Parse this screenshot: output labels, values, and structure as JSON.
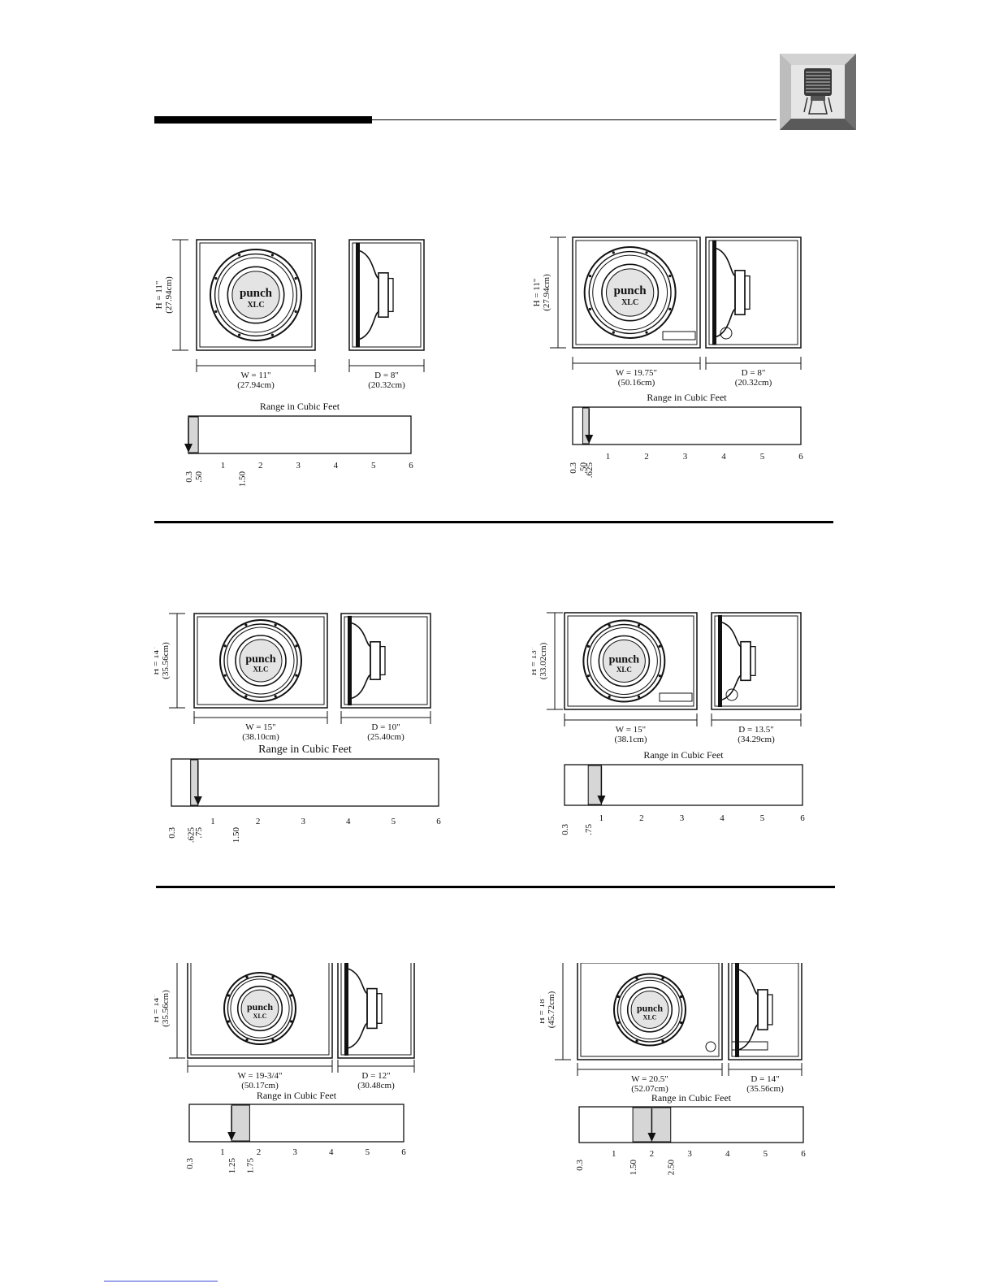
{
  "enclosures": [
    {
      "id": "e1",
      "height_label": "H = 11\"",
      "height_cm": "(27.94cm)",
      "width_label": "W = 11\"",
      "width_cm": "(27.94cm)",
      "depth_label": "D = 8\"",
      "depth_cm": "(20.32cm)",
      "ported": false,
      "logo_line1": "punch",
      "logo_line2": "XLC",
      "range_title": "Range in Cubic Feet",
      "range": {
        "min": 0.3,
        "max": 0.5,
        "arrow": 0.3
      },
      "tick_labels": [
        "0.3",
        ".50",
        "1",
        "1.50",
        "2",
        "3",
        "4",
        "5",
        "6"
      ]
    },
    {
      "id": "e2",
      "height_label": "H = 11\"",
      "height_cm": "(27.94cm)",
      "width_label": "W = 19.75\"",
      "width_cm": "(50.16cm)",
      "depth_label": "D = 8\"",
      "depth_cm": "(20.32cm)",
      "ported": true,
      "logo_line1": "punch",
      "logo_line2": "XLC",
      "range_title": "Range in Cubic Feet",
      "range": {
        "min": 0.5,
        "max": 0.625,
        "arrow": 0.625
      },
      "tick_labels": [
        "0.3",
        ".50",
        ".625",
        "1",
        "2",
        "3",
        "4",
        "5",
        "6"
      ]
    },
    {
      "id": "e3",
      "height_label": "H = 14\"",
      "height_cm": "(35.56cm)",
      "width_label": "W = 15\"",
      "width_cm": "(38.10cm)",
      "depth_label": "D = 10\"",
      "depth_cm": "(25.40cm)",
      "ported": false,
      "logo_line1": "punch",
      "logo_line2": "XLC",
      "range_title": "Range in Cubic Feet",
      "range": {
        "min": 0.625,
        "max": 0.75,
        "arrow": 0.75
      },
      "tick_labels": [
        "0.3",
        ".625",
        ".75",
        "1",
        "1.50",
        "2",
        "3",
        "4",
        "5",
        "6"
      ]
    },
    {
      "id": "e4",
      "height_label": "H = 13\"",
      "height_cm": "(33.02cm)",
      "width_label": "W = 15\"",
      "width_cm": "(38.1cm)",
      "depth_label": "D = 13.5\"",
      "depth_cm": "(34.29cm)",
      "ported": true,
      "logo_line1": "punch",
      "logo_line2": "XLC",
      "range_title": "Range in Cubic Feet",
      "range": {
        "min": 0.75,
        "max": 1,
        "arrow": 1
      },
      "tick_labels": [
        "0.3",
        ".75",
        "1",
        "2",
        "3",
        "4",
        "5",
        "6"
      ]
    },
    {
      "id": "e5",
      "height_label": "H = 14\"",
      "height_cm": "(35.56cm)",
      "width_label": "W = 19-3/4\"",
      "width_cm": "(50.17cm)",
      "depth_label": "D = 12\"",
      "depth_cm": "(30.48cm)",
      "ported": false,
      "logo_line1": "punch",
      "logo_line2": "XLC",
      "range_title": "Range in Cubic Feet",
      "range": {
        "min": 1.25,
        "max": 1.75,
        "arrow": 1.25
      },
      "tick_labels": [
        "0.3",
        "1",
        "1.25",
        "1.75",
        "2",
        "3",
        "4",
        "5",
        "6"
      ]
    },
    {
      "id": "e6",
      "height_label": "H = 18\"",
      "height_cm": "(45.72cm)",
      "width_label": "W = 20.5\"",
      "width_cm": "(52.07cm)",
      "depth_label": "D = 14\"",
      "depth_cm": "(35.56cm)",
      "ported": true,
      "logo_line1": "punch",
      "logo_line2": "XLC",
      "range_title": "Range in Cubic Feet",
      "range": {
        "min": 1.5,
        "max": 2.5,
        "arrow": 2
      },
      "tick_labels": [
        "0.3",
        "1",
        "1.50",
        "2",
        "2.50",
        "3",
        "4",
        "5",
        "6"
      ]
    }
  ]
}
